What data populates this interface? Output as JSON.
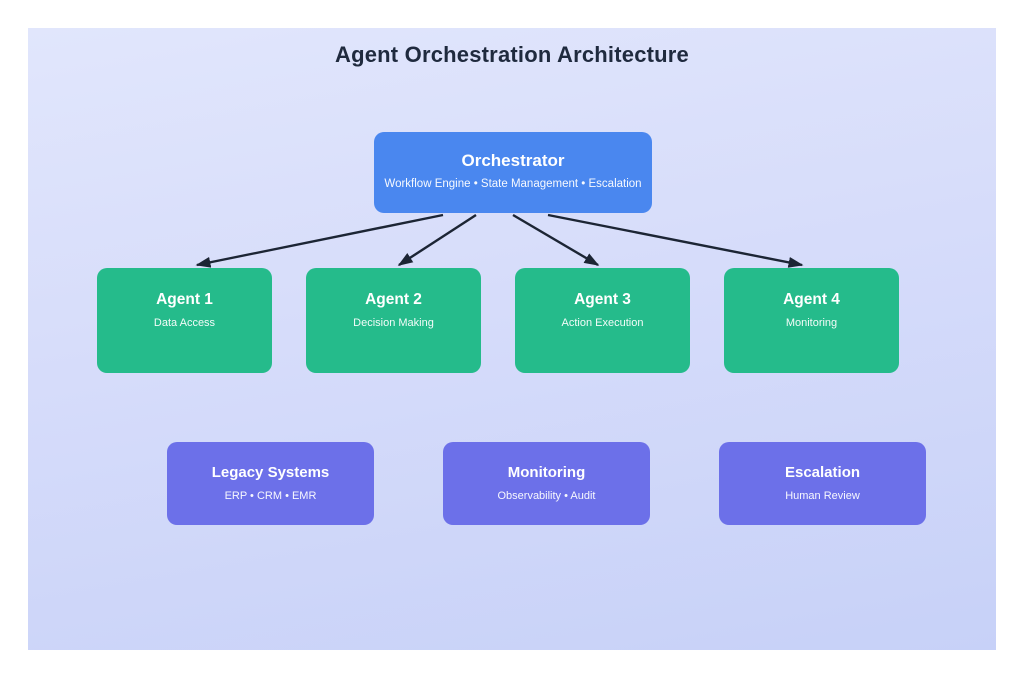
{
  "page": {
    "title": "Agent Orchestration Architecture"
  },
  "diagram": {
    "orchestrator": {
      "title": "Orchestrator",
      "subtitle": "Workflow Engine • State Management • Escalation"
    },
    "agents": [
      {
        "title": "Agent 1",
        "subtitle": "Data Access"
      },
      {
        "title": "Agent 2",
        "subtitle": "Decision Making"
      },
      {
        "title": "Agent 3",
        "subtitle": "Action Execution"
      },
      {
        "title": "Agent 4",
        "subtitle": "Monitoring"
      }
    ],
    "systems": [
      {
        "title": "Legacy Systems",
        "subtitle": "ERP • CRM • EMR"
      },
      {
        "title": "Monitoring",
        "subtitle": "Observability • Audit"
      },
      {
        "title": "Escalation",
        "subtitle": "Human Review"
      }
    ],
    "edges": [
      {
        "from": "orchestrator",
        "to": "agent-1"
      },
      {
        "from": "orchestrator",
        "to": "agent-2"
      },
      {
        "from": "orchestrator",
        "to": "agent-3"
      },
      {
        "from": "orchestrator",
        "to": "agent-4"
      }
    ],
    "colors": {
      "canvas_top": "#e1e6fc",
      "canvas_bottom": "#c7d1f8",
      "orchestrator_fill": "#4a87ef",
      "agent_fill": "#25bb8b",
      "system_fill": "#6c70e9",
      "arrow": "#1c2534",
      "heading_text": "#1f2a3e",
      "node_text": "#ffffff"
    }
  }
}
